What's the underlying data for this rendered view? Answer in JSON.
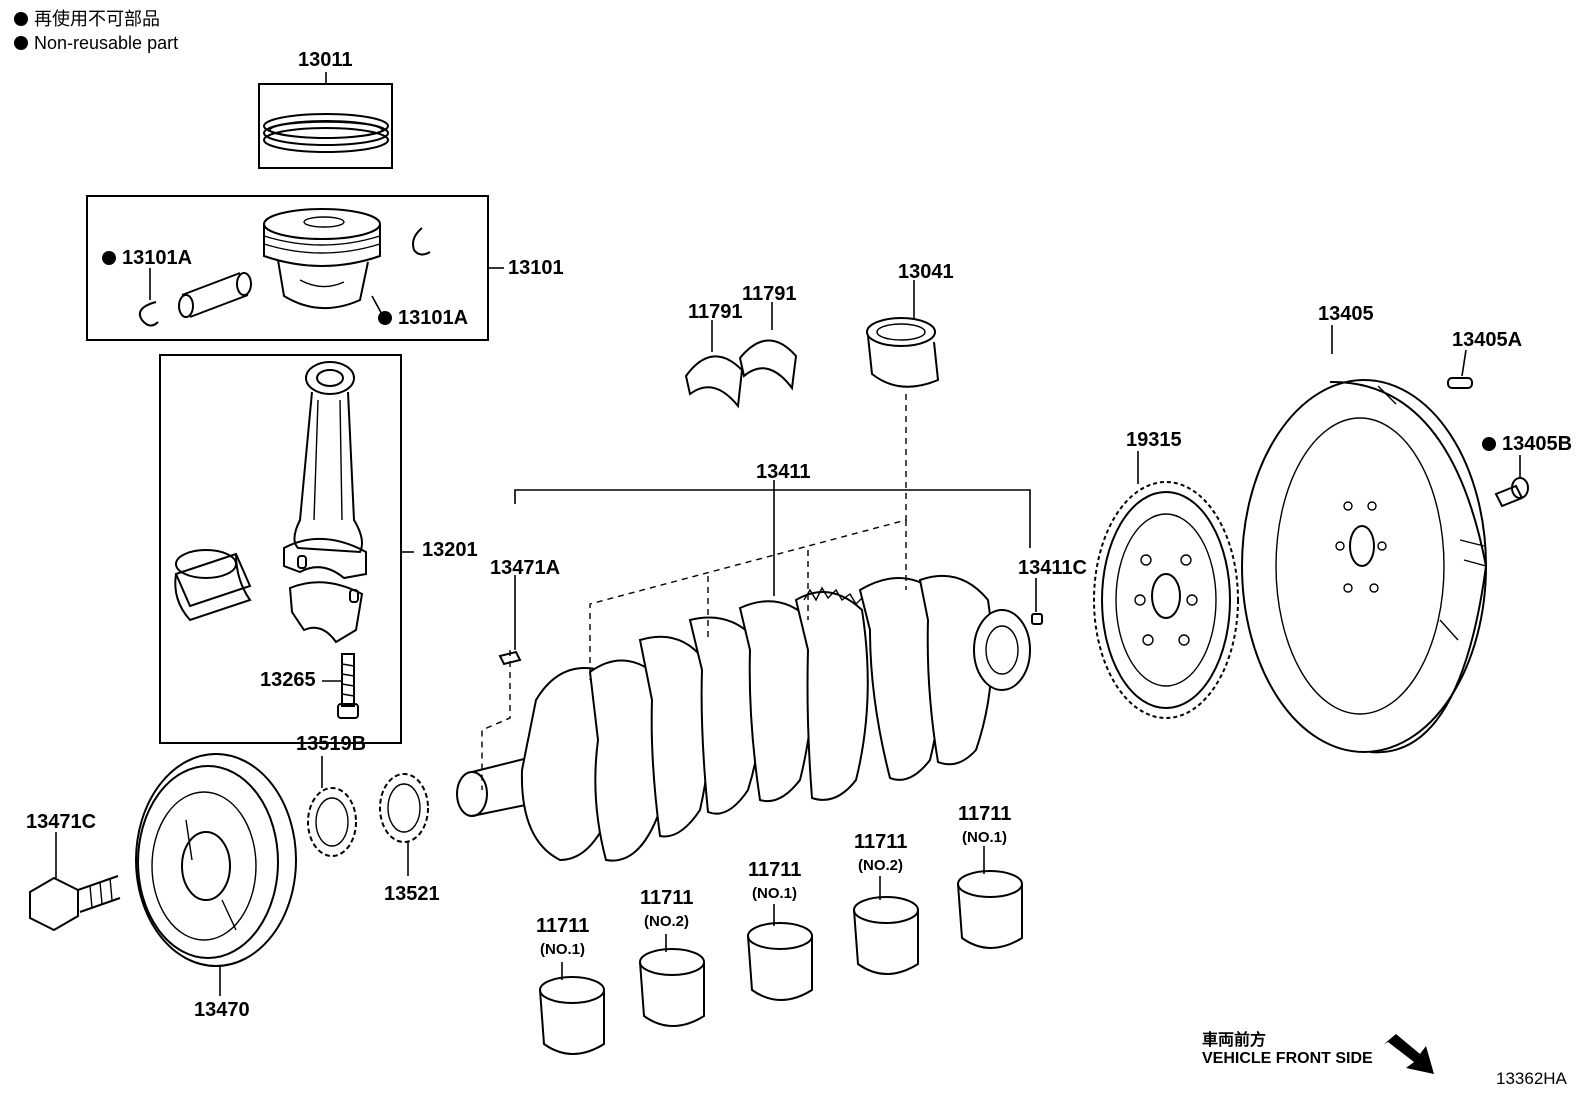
{
  "legend": {
    "item_jp": "再使用不可部品",
    "item_en": "Non-reusable part"
  },
  "labels": {
    "p13011": "13011",
    "p13101": "13101",
    "p13101A_left": "13101A",
    "p13101A_right": "13101A",
    "p13201": "13201",
    "p13265": "13265",
    "p11791_left": "11791",
    "p11791_right": "11791",
    "p13041": "13041",
    "p13411": "13411",
    "p13471A": "13471A",
    "p13411C": "13411C",
    "p19315": "19315",
    "p13405": "13405",
    "p13405A": "13405A",
    "p13405B": "13405B",
    "p13519B": "13519B",
    "p13521": "13521",
    "p13471C": "13471C",
    "p13470": "13470",
    "b1_num": "11711",
    "b1_sub": "(NO.1)",
    "b2_num": "11711",
    "b2_sub": "(NO.2)",
    "b3_num": "11711",
    "b3_sub": "(NO.1)",
    "b4_num": "11711",
    "b4_sub": "(NO.2)",
    "b5_num": "11711",
    "b5_sub": "(NO.1)"
  },
  "front_side": {
    "jp": "車両前方",
    "en": "VEHICLE FRONT SIDE"
  },
  "diagram_code": "13362HA",
  "colors": {
    "line": "#000000",
    "background": "#ffffff"
  }
}
